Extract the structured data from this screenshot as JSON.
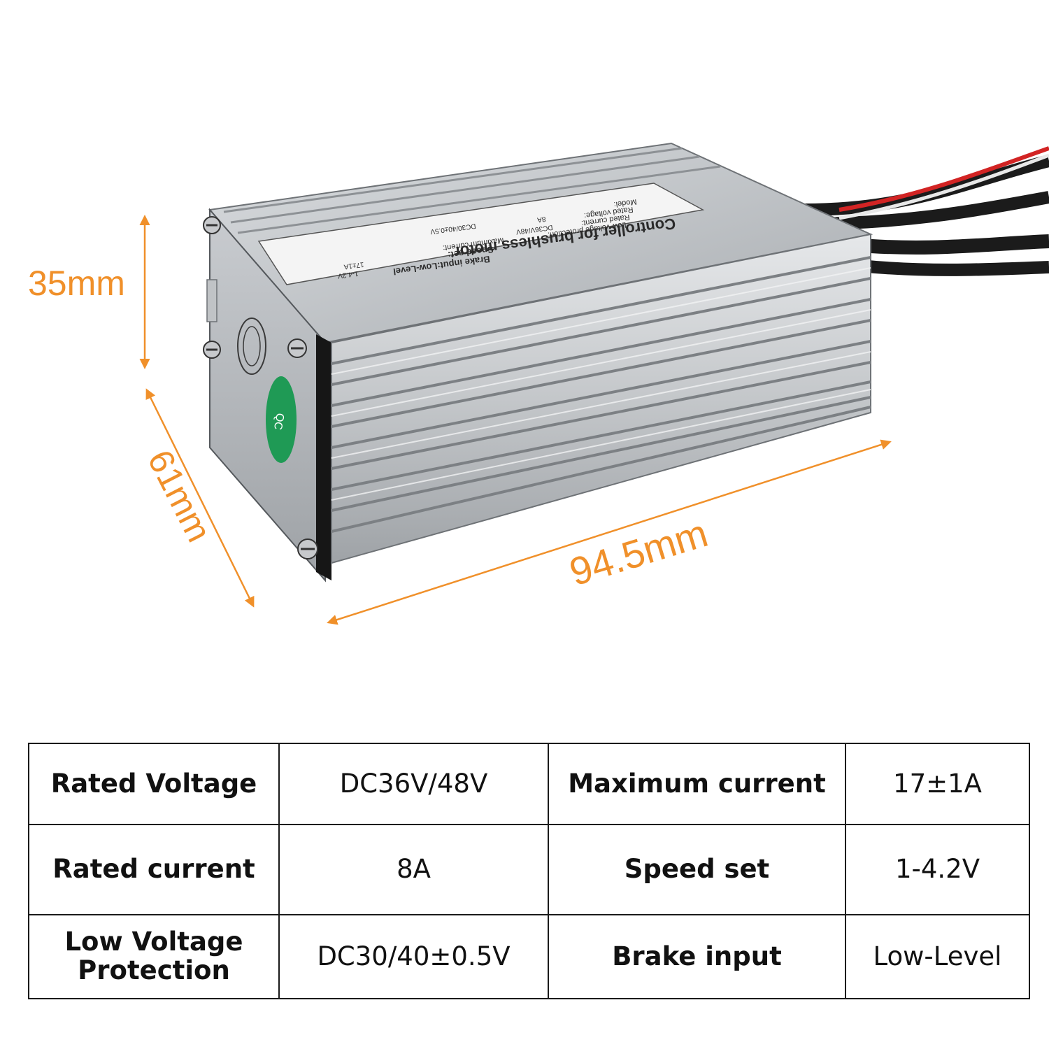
{
  "dimensions": {
    "height": "35mm",
    "depth": "61mm",
    "length": "94.5mm"
  },
  "product_label": {
    "title": "Controller for brushless motor",
    "lines": [
      "Model:",
      "Rated voltage:",
      "Rated current:",
      "Low voltage protection:",
      "Maximum current:",
      "Speed set:",
      "Brake input:Low-Level"
    ],
    "values": [
      "DC36V/48V",
      "8A",
      "DC30/40±0.5V",
      "17±1A",
      "1-4.2V"
    ],
    "qc_sticker": "QC"
  },
  "specs": {
    "rows": [
      [
        {
          "label": "Rated Voltage",
          "value": "DC36V/48V"
        },
        {
          "label": "Maximum current",
          "value": "17±1A"
        }
      ],
      [
        {
          "label": "Rated current",
          "value": "8A"
        },
        {
          "label": "Speed set",
          "value": "1-4.2V"
        }
      ],
      [
        {
          "label": "Low Voltage Protection",
          "value": "DC30/40±0.5V"
        },
        {
          "label": "Brake input",
          "value": "Low-Level"
        }
      ]
    ]
  },
  "colors": {
    "dimension_accent": "#f0902a",
    "qc_sticker": "#1f9a55",
    "housing": "#b9bcc0"
  }
}
